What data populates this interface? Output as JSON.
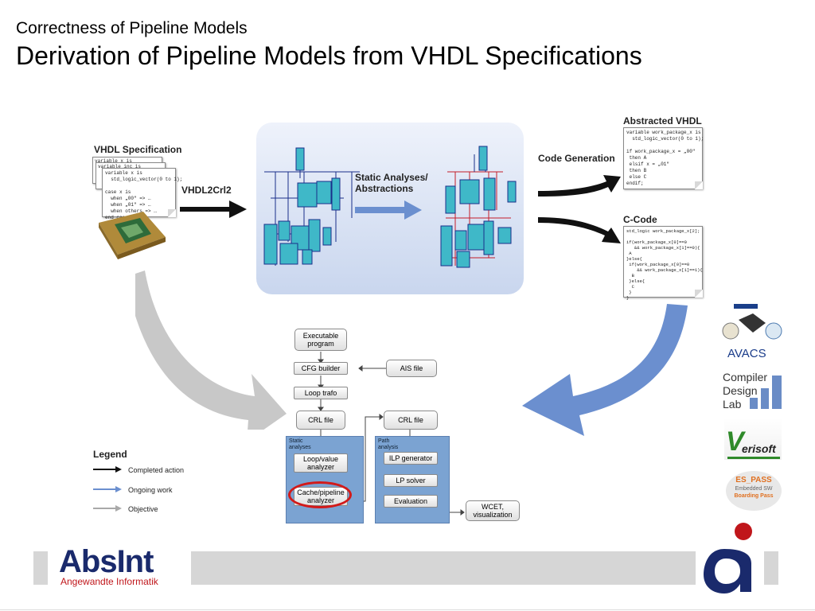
{
  "slide": {
    "subtitle": "Correctness of Pipeline Models",
    "title": "Derivation of Pipeline Models from VHDL Specifications"
  },
  "vhdl_spec": {
    "label": "VHDL Specification",
    "code_back1": "variable x is",
    "code_back2": "variable inc is",
    "code": "variable x is\n  std_logic_vector(0 to 1);\n\ncase x is\n  when „00\" => …\n  when „01\" => …\n  when others => …\nend case;"
  },
  "vhdl2crl2": "VHDL2Crl2",
  "static_analyses": "Static Analyses/\nAbstractions",
  "code_generation": "Code Generation",
  "abstracted_vhdl": {
    "label": "Abstracted VHDL",
    "code": "variable work_package_x is\n  std_logic_vector(0 to 1);\n\nif work_package_x = „00\"\n then A\n elsif x = „01\"\n then B\n else C\nendif;"
  },
  "c_code": {
    "label": "C-Code",
    "code": "std_logic work_package_x[2];\n\nif(work_package_x[0]==0\n   && work_package_x[1]==0){\n A\n}else{\n if(work_package_x[0]==0\n    && work_package_x[1]==1){\n  B\n }else{\n  C\n }\n}"
  },
  "objective_label": "Objective",
  "flow": {
    "executable": "Executable\nprogram",
    "cfg_builder": "CFG builder",
    "ais_file": "AIS file",
    "loop_trafo": "Loop trafo",
    "crl_file_1": "CRL file",
    "crl_file_2": "CRL file",
    "static_region": "Static\nanalyses",
    "path_region": "Path\nanalysis",
    "loop_value": "Loop/value\nanalyzer",
    "cache_pipeline": "Cache/pipeline\nanalyzer",
    "ilp_generator": "ILP generator",
    "lp_solver": "LP solver",
    "evaluation": "Evaluation",
    "wcet": "WCET,\nvisualization"
  },
  "legend": {
    "title": "Legend",
    "items": [
      {
        "label": "Completed action",
        "color": "#111111"
      },
      {
        "label": "Ongoing work",
        "color": "#6b8fcf"
      },
      {
        "label": "Objective",
        "color": "#a9a9a9"
      }
    ]
  },
  "logos": {
    "avacs": "AVACS",
    "cdl_line1": "Compiler",
    "cdl_line2": "Design",
    "cdl_line3": "Lab",
    "verisoft": "erisoft",
    "verisoft_v": "V",
    "espass_top": "ES_PASS",
    "espass_mid": "Embedded SW",
    "espass_bot": "Boarding Pass",
    "absint": "AbsInt",
    "absint_sub": "Angewandte Informatik"
  },
  "colors": {
    "blue_arrow": "#6b8fcf",
    "gray_arrow": "#c8c8c8",
    "absint_navy": "#1a2a6c",
    "absint_red": "#c0161b"
  }
}
